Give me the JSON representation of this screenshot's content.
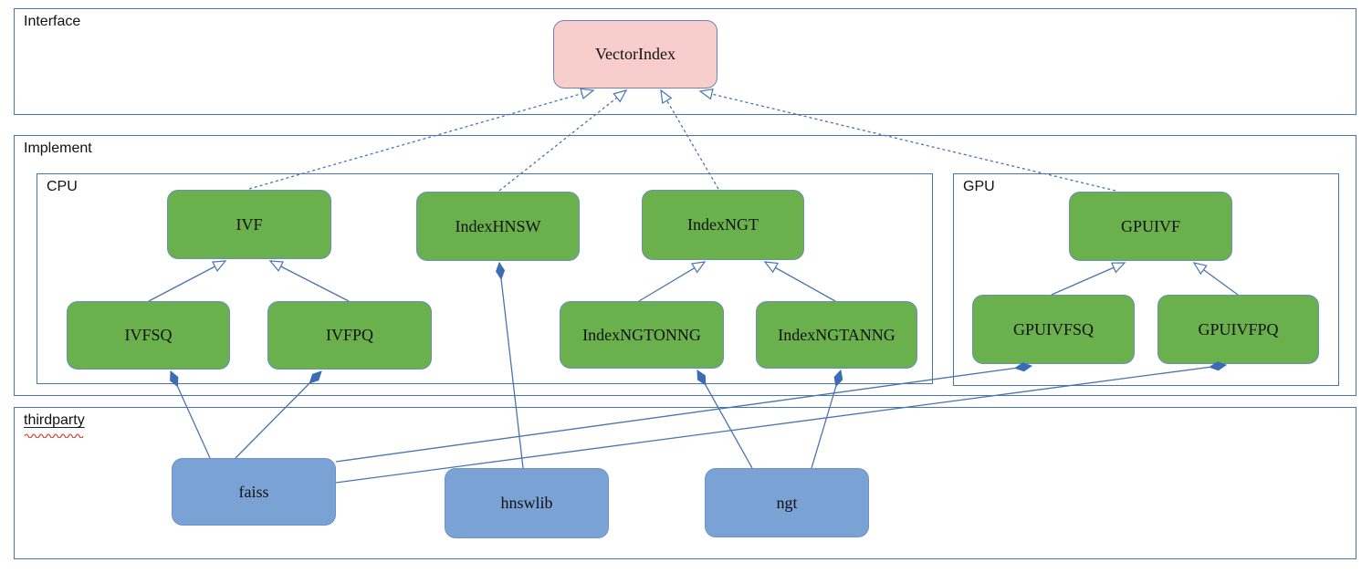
{
  "sections": {
    "interface": {
      "label": "Interface"
    },
    "implement": {
      "label": "Implement"
    },
    "cpu": {
      "label": "CPU"
    },
    "gpu": {
      "label": "GPU"
    },
    "thirdparty": {
      "label": "thirdparty"
    }
  },
  "nodes": {
    "vectorindex": {
      "label": "VectorIndex"
    },
    "ivf": {
      "label": "IVF"
    },
    "indexhnsw": {
      "label": "IndexHNSW"
    },
    "indexngt": {
      "label": "IndexNGT"
    },
    "ivfsq": {
      "label": "IVFSQ"
    },
    "ivfpq": {
      "label": "IVFPQ"
    },
    "indexngtonng": {
      "label": "IndexNGTONNG"
    },
    "indexngtanng": {
      "label": "IndexNGTANNG"
    },
    "gpuivf": {
      "label": "GPUIVF"
    },
    "gpuivfsq": {
      "label": "GPUIVFSQ"
    },
    "gpuivfpq": {
      "label": "GPUIVFPQ"
    },
    "faiss": {
      "label": "faiss"
    },
    "hnswlib": {
      "label": "hnswlib"
    },
    "ngt": {
      "label": "ngt"
    }
  },
  "relations": [
    {
      "from": "IVF",
      "to": "VectorIndex",
      "type": "realization-dashed-hollow-arrow"
    },
    {
      "from": "IndexHNSW",
      "to": "VectorIndex",
      "type": "realization-dashed-hollow-arrow"
    },
    {
      "from": "IndexNGT",
      "to": "VectorIndex",
      "type": "realization-dashed-hollow-arrow"
    },
    {
      "from": "GPUIVF",
      "to": "VectorIndex",
      "type": "realization-dashed-hollow-arrow"
    },
    {
      "from": "IVFSQ",
      "to": "IVF",
      "type": "generalization-hollow-arrow"
    },
    {
      "from": "IVFPQ",
      "to": "IVF",
      "type": "generalization-hollow-arrow"
    },
    {
      "from": "IndexNGTONNG",
      "to": "IndexNGT",
      "type": "generalization-hollow-arrow"
    },
    {
      "from": "IndexNGTANNG",
      "to": "IndexNGT",
      "type": "generalization-hollow-arrow"
    },
    {
      "from": "GPUIVFSQ",
      "to": "GPUIVF",
      "type": "generalization-hollow-arrow"
    },
    {
      "from": "GPUIVFPQ",
      "to": "GPUIVF",
      "type": "generalization-hollow-arrow"
    },
    {
      "from": "faiss",
      "to": "IVFSQ",
      "type": "composition-filled-diamond"
    },
    {
      "from": "faiss",
      "to": "IVFPQ",
      "type": "composition-filled-diamond"
    },
    {
      "from": "faiss",
      "to": "GPUIVFSQ",
      "type": "composition-filled-diamond"
    },
    {
      "from": "faiss",
      "to": "GPUIVFPQ",
      "type": "composition-filled-diamond"
    },
    {
      "from": "hnswlib",
      "to": "IndexHNSW",
      "type": "composition-filled-diamond"
    },
    {
      "from": "ngt",
      "to": "IndexNGTONNG",
      "type": "composition-filled-diamond"
    },
    {
      "from": "ngt",
      "to": "IndexNGTANNG",
      "type": "composition-filled-diamond"
    }
  ],
  "colors": {
    "interface_node_fill": "#f8cecc",
    "interface_node_border": "#7080bd",
    "implement_node_fill": "#6ab04c",
    "implement_node_border": "#6c8ebf",
    "thirdparty_node_fill": "#7ba2d4",
    "thirdparty_node_border": "#6b93c6",
    "edge": "#4a74ae",
    "frame_border": "#4a74ae",
    "node_text": "#111111",
    "spellcheck_underline": "#d93025"
  }
}
